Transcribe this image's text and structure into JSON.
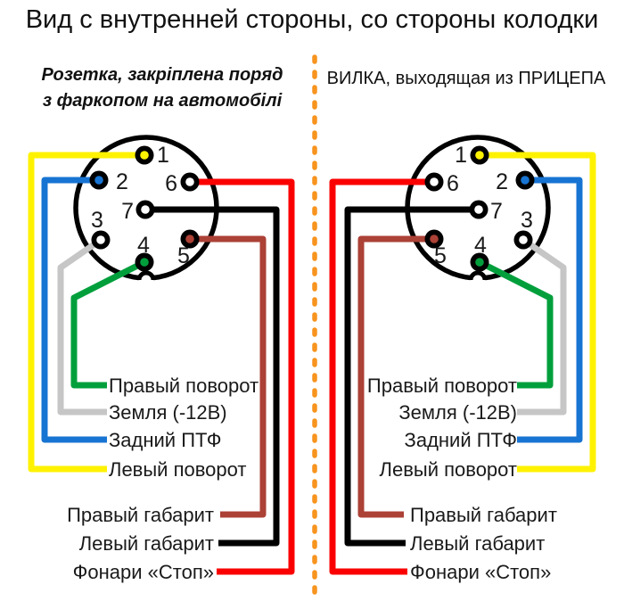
{
  "title": "Вид с внутренней стороны, со стороны колодки",
  "socket": {
    "subtitle_line1": "Розетка, закріплена поряд",
    "subtitle_line2": "з фаркопом на автомобілі"
  },
  "plug": {
    "subtitle": "ВИЛКА, выходящая из ПРИЦЕПА"
  },
  "pins": [
    {
      "num": "1",
      "hole_color": "yellow"
    },
    {
      "num": "2",
      "hole_color": "blue"
    },
    {
      "num": "3",
      "hole_color": "white"
    },
    {
      "num": "4",
      "hole_color": "green"
    },
    {
      "num": "5",
      "hole_color": "brown"
    },
    {
      "num": "6",
      "hole_color": "white"
    },
    {
      "num": "7",
      "hole_color": "white"
    }
  ],
  "wire_labels": [
    {
      "id": "right-turn",
      "text": "Правый поворот",
      "wire_color": "green"
    },
    {
      "id": "ground",
      "text": "Земля (-12В)",
      "wire_color": "gray"
    },
    {
      "id": "rear-fog",
      "text": "Задний ПТФ",
      "wire_color": "blue"
    },
    {
      "id": "left-turn",
      "text": "Левый поворот",
      "wire_color": "yellow"
    },
    {
      "id": "right-marker",
      "text": "Правый габарит",
      "wire_color": "brown"
    },
    {
      "id": "left-marker",
      "text": "Левый габарит",
      "wire_color": "black"
    },
    {
      "id": "stop-lights",
      "text": "Фонари «Стоп»",
      "wire_color": "red"
    }
  ],
  "colors": {
    "yellow": "#FFF200",
    "blue": "#1874D2",
    "green": "#009F3C",
    "gray": "#C6C6C6",
    "brown": "#AC4136",
    "red": "#FA0000",
    "black": "#000000",
    "white": "#FFFFFF",
    "divider_orange": "#F7941E",
    "text": "#1A1A1A"
  }
}
